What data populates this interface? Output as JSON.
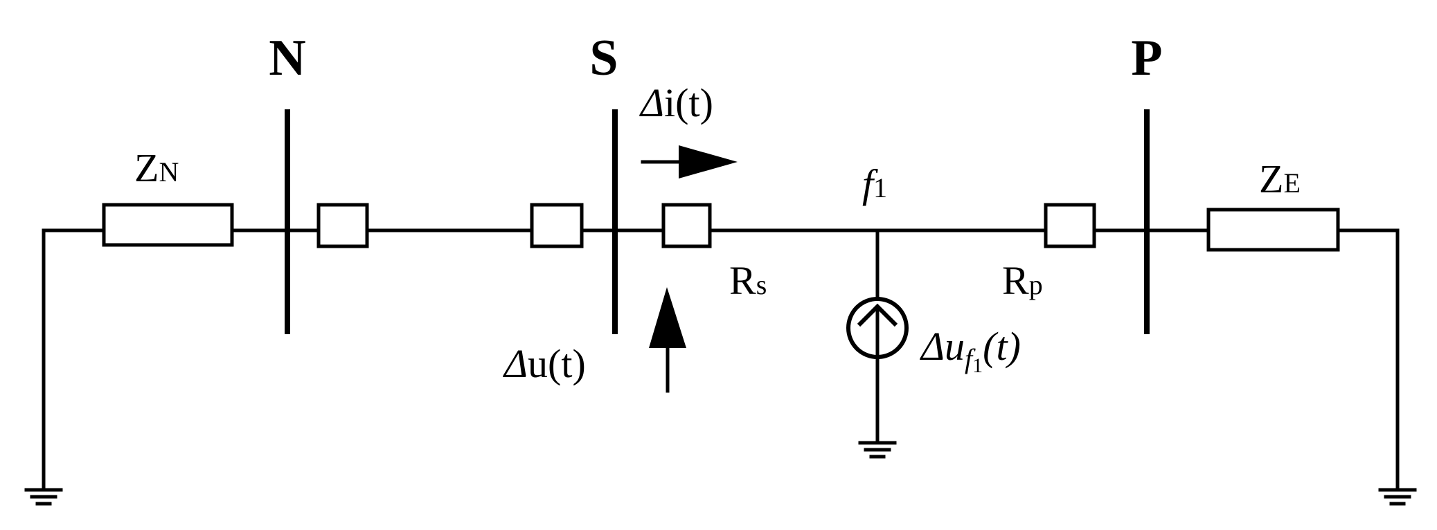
{
  "buses": {
    "n": "N",
    "s": "S",
    "p": "P"
  },
  "impedances": {
    "zn": {
      "main": "Z",
      "sub": "N"
    },
    "ze": {
      "main": "Z",
      "sub": "E"
    }
  },
  "relays": {
    "rs": {
      "main": "R",
      "sub": "s"
    },
    "rp": {
      "main": "R",
      "sub": "p"
    }
  },
  "fault": {
    "main": "f",
    "sub": "1"
  },
  "signals": {
    "current": {
      "delta": "Δ",
      "text": "i(t)"
    },
    "voltage": {
      "delta": "Δ",
      "text": "u(t)"
    },
    "source": {
      "delta": "Δ",
      "u": "u",
      "sub": "f",
      "subsub": "1",
      "arg": "(t)"
    }
  }
}
